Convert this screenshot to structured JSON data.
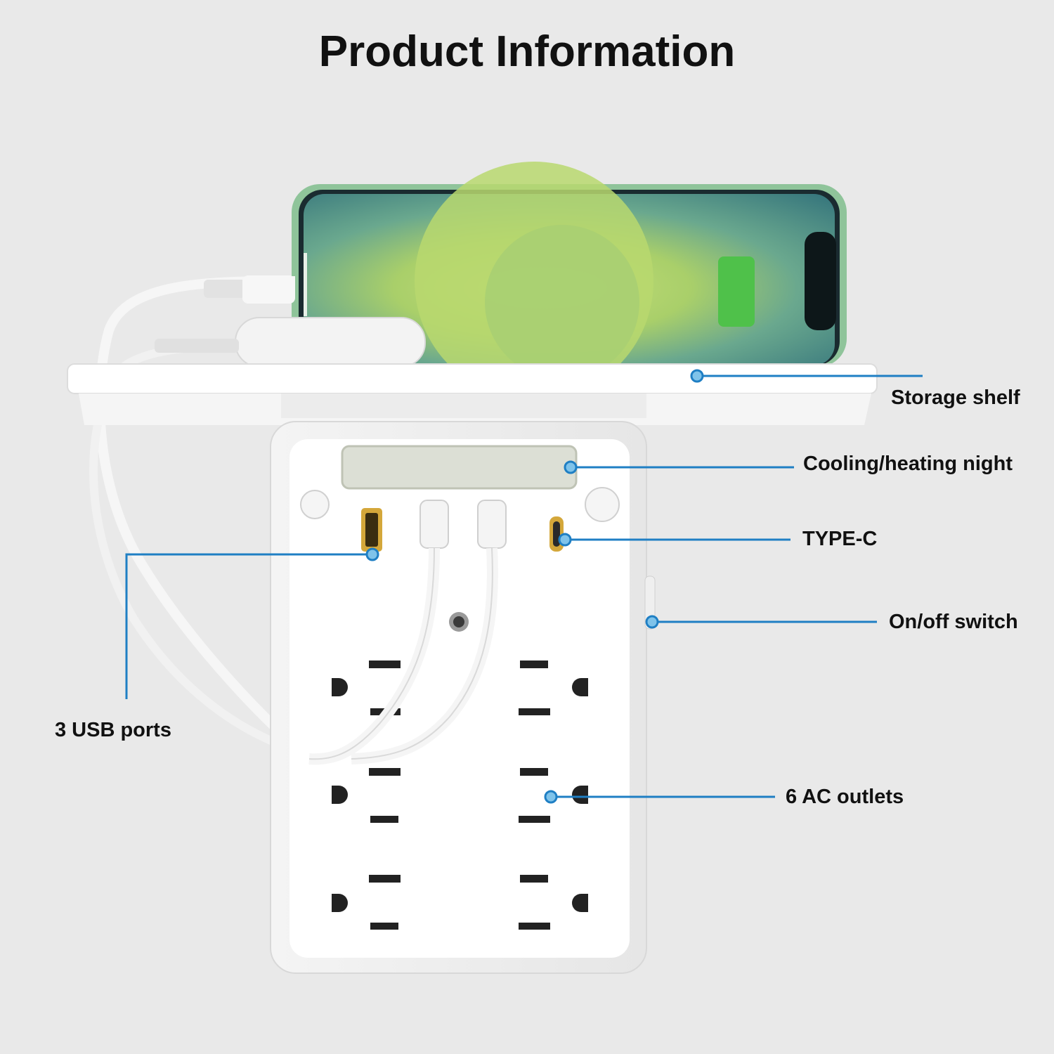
{
  "title": "Product Information",
  "labels": {
    "storage_shelf": "Storage shelf",
    "night_light": "Cooling/heating night",
    "type_c": "TYPE-C",
    "switch": "On/off switch",
    "usb_ports": "3 USB ports",
    "ac_outlets": "6 AC outlets"
  },
  "colors": {
    "background": "#e9e9e9",
    "callout": "#1f7fc4",
    "callout_dot": "#7fc3ea",
    "device": "#ffffff",
    "phone_screen": "#5fa08a",
    "usb_port": "#d4a73a"
  },
  "icons": [
    "smartphone-icon",
    "earbuds-case-icon",
    "usb-cable-icon"
  ]
}
